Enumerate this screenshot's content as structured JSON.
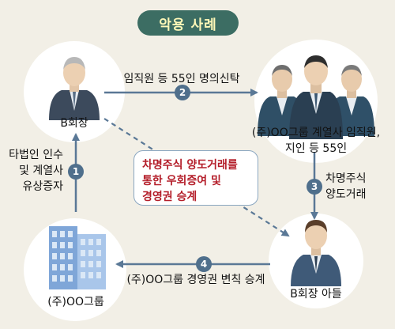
{
  "title": "악용 사례",
  "nodes": {
    "chairman": "B회장",
    "executives_line1": "(주)OO그룹 계열사 임직원,",
    "executives_line2": "지인 등 55인",
    "son": "B회장 아들",
    "group": "(주)OO그룹"
  },
  "edges": {
    "e1": {
      "number": "1",
      "line1": "타법인 인수",
      "line2": "및 계열사",
      "line3": "유상증자"
    },
    "e2": {
      "number": "2",
      "label": "임직원 등 55인 명의신탁"
    },
    "e3": {
      "number": "3",
      "line1": "차명주식",
      "line2": "양도거래"
    },
    "e4": {
      "number": "4",
      "label": "(주)OO그룹 경영권 변칙 승계"
    }
  },
  "callout": {
    "line1": "차명주식 양도거래를",
    "line2": "통한 우회증여 및",
    "line3": "경영권 승계"
  },
  "colors": {
    "background": "#f2efe6",
    "title_pill": "#3c6d63",
    "title_text": "#fff8b8",
    "arrow": "#5a7896",
    "badge": "#4f6f8c",
    "callout_text": "#b41e2a"
  }
}
